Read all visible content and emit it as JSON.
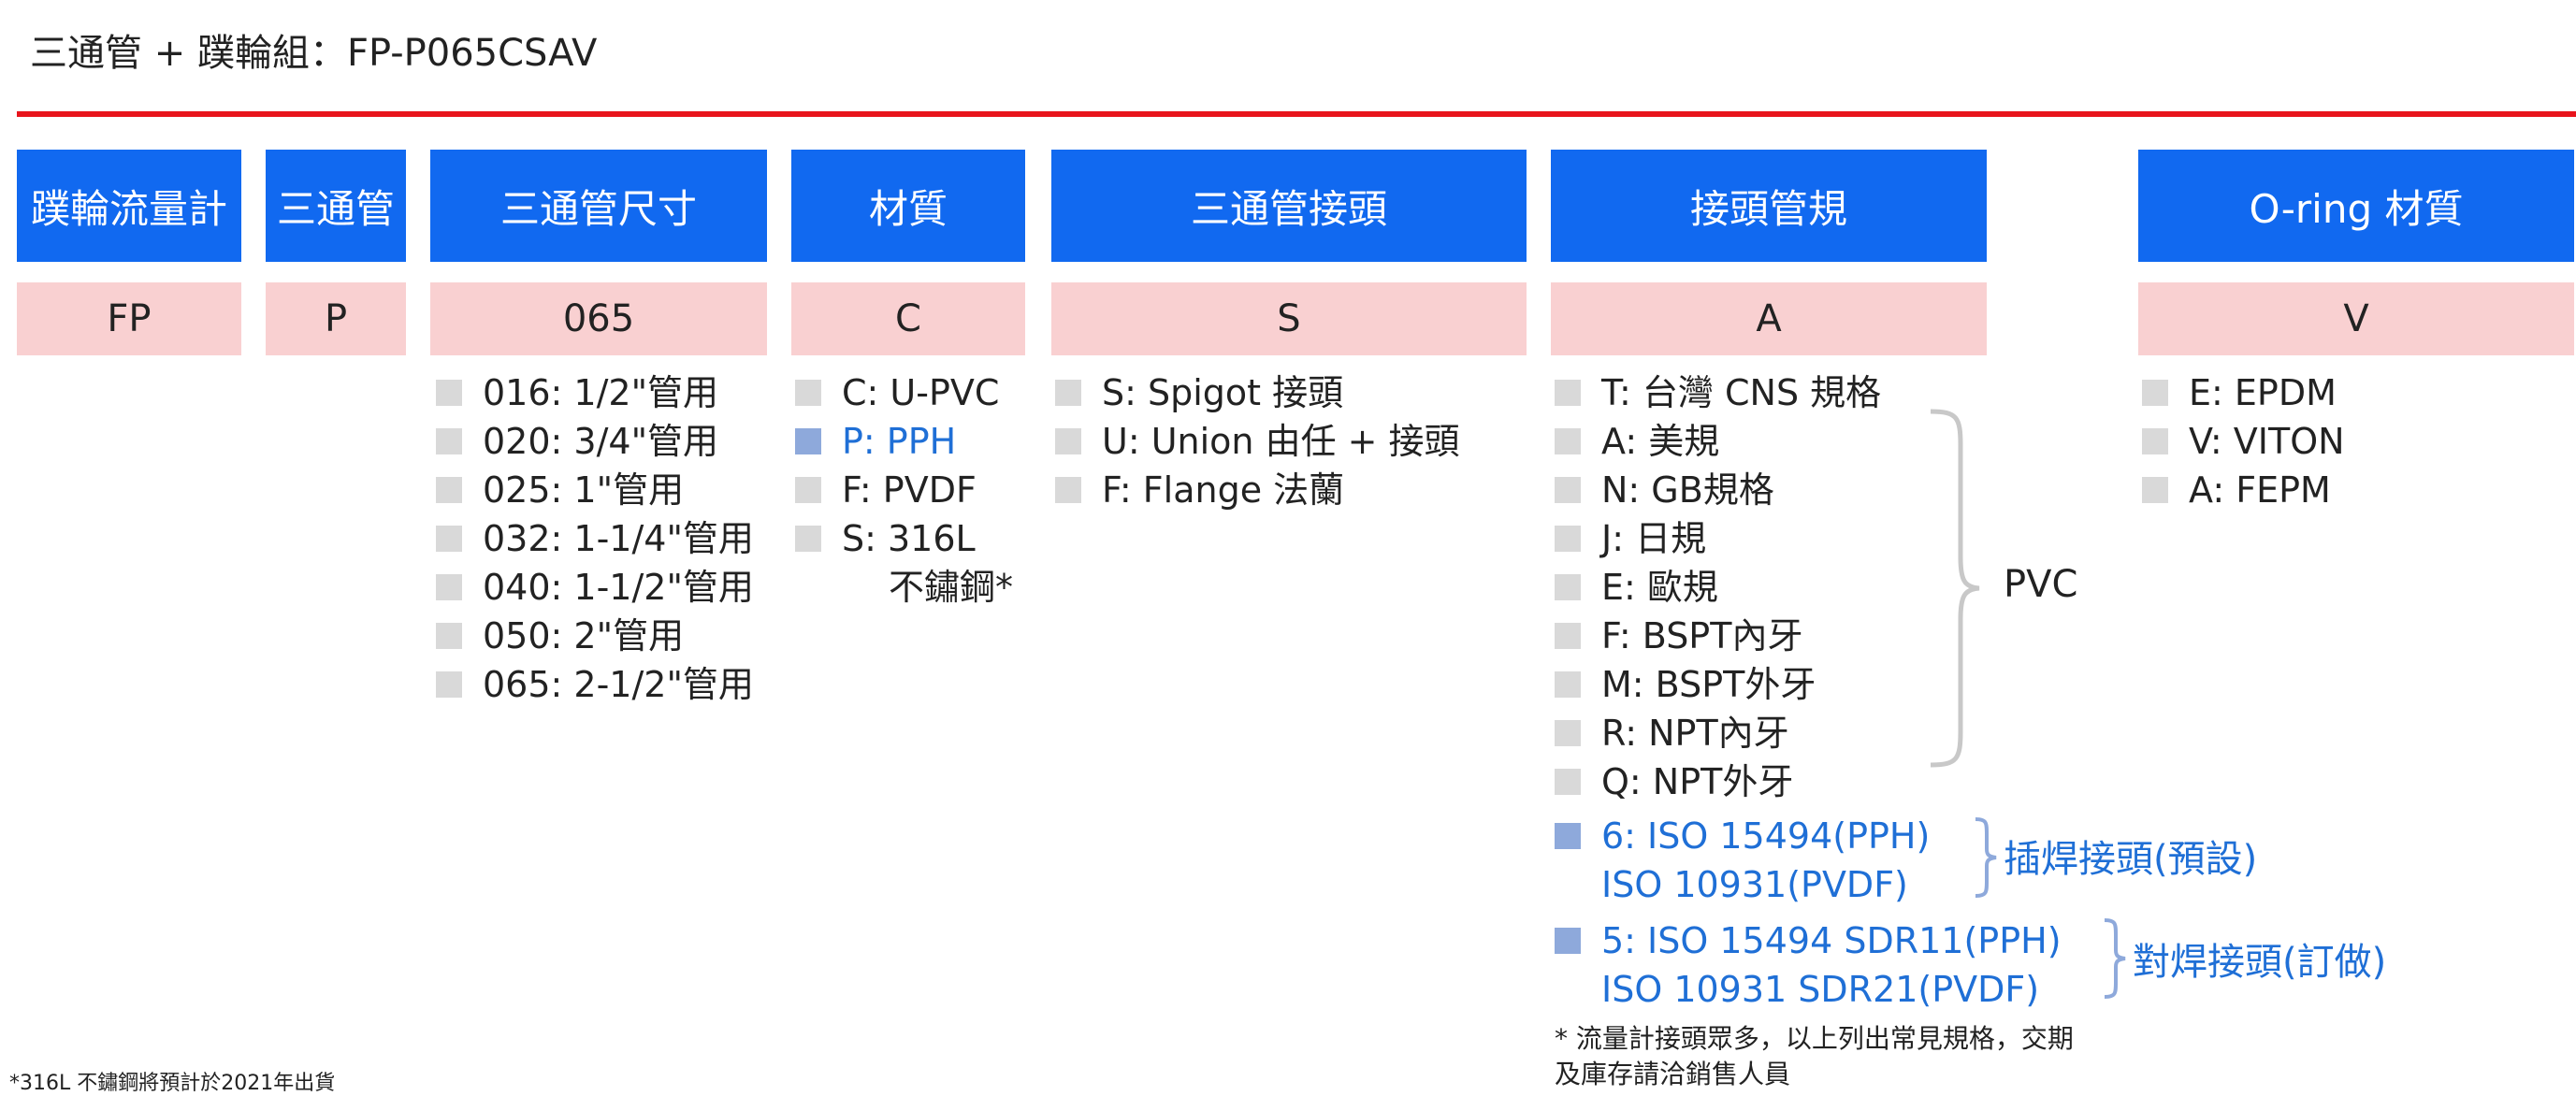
{
  "title": "三通管 + 蹼輪組：FP-P065CSAV",
  "columns": [
    {
      "header": "蹼輪流量計",
      "code": "FP",
      "options": []
    },
    {
      "header": "三通管",
      "code": "P",
      "options": []
    },
    {
      "header": "三通管尺寸",
      "code": "065",
      "options": [
        {
          "text": "016: 1/2\"管用"
        },
        {
          "text": "020: 3/4\"管用"
        },
        {
          "text": "025: 1\"管用"
        },
        {
          "text": "032: 1-1/4\"管用"
        },
        {
          "text": "040: 1-1/2\"管用"
        },
        {
          "text": "050: 2\"管用"
        },
        {
          "text": "065: 2-1/2\"管用"
        }
      ]
    },
    {
      "header": "材質",
      "code": "C",
      "options": [
        {
          "text": "C: U-PVC"
        },
        {
          "text": "P: PPH",
          "selected": true
        },
        {
          "text": "F: PVDF"
        },
        {
          "text": "S: 316L",
          "sub": "不鏽鋼*"
        }
      ]
    },
    {
      "header": "三通管接頭",
      "code": "S",
      "options": [
        {
          "text": "S: Spigot 接頭"
        },
        {
          "text": "U: Union 由任 + 接頭"
        },
        {
          "text": "F: Flange 法蘭"
        }
      ]
    },
    {
      "header": "接頭管規",
      "code": "A",
      "options": [
        {
          "text": " T: 台灣 CNS 規格"
        },
        {
          "text": "A: 美規"
        },
        {
          "text": "N: GB規格"
        },
        {
          "text": " J: 日規"
        },
        {
          "text": " E: 歐規"
        },
        {
          "text": " F: BSPT內牙"
        },
        {
          "text": "M: BSPT外牙"
        },
        {
          "text": " R: NPT內牙"
        },
        {
          "text": "Q: NPT外牙"
        },
        {
          "text": "6: ISO 15494(PPH)",
          "sub": "ISO 10931(PVDF)",
          "selected": true
        },
        {
          "text": "5: ISO 15494 SDR11(PPH)",
          "sub": "ISO 10931 SDR21(PVDF)",
          "selected": true
        }
      ]
    },
    {
      "header": "O-ring 材質",
      "code": "V",
      "options": [
        {
          "text": "E: EPDM"
        },
        {
          "text": "V: VITON"
        },
        {
          "text": "A: FEPM"
        }
      ]
    }
  ],
  "brace_labels": {
    "pvc": "PVC",
    "socket_weld": "插焊接頭(預設)",
    "butt_weld": "對焊接頭(訂做)"
  },
  "note": {
    "line1": "* 流量計接頭眾多，以上列出常見規格，交期",
    "line2": "及庫存請洽銷售人員"
  },
  "footnote": "*316L 不鏽鋼將預計於2021年出貨",
  "colors": {
    "header_bg": "#1169f0",
    "code_bg": "#f9d0d1",
    "accent_line": "#e8141c",
    "selected_text": "#1f6fd6",
    "selected_box": "#8ea9db",
    "unselected_box": "#d9d9d9"
  }
}
